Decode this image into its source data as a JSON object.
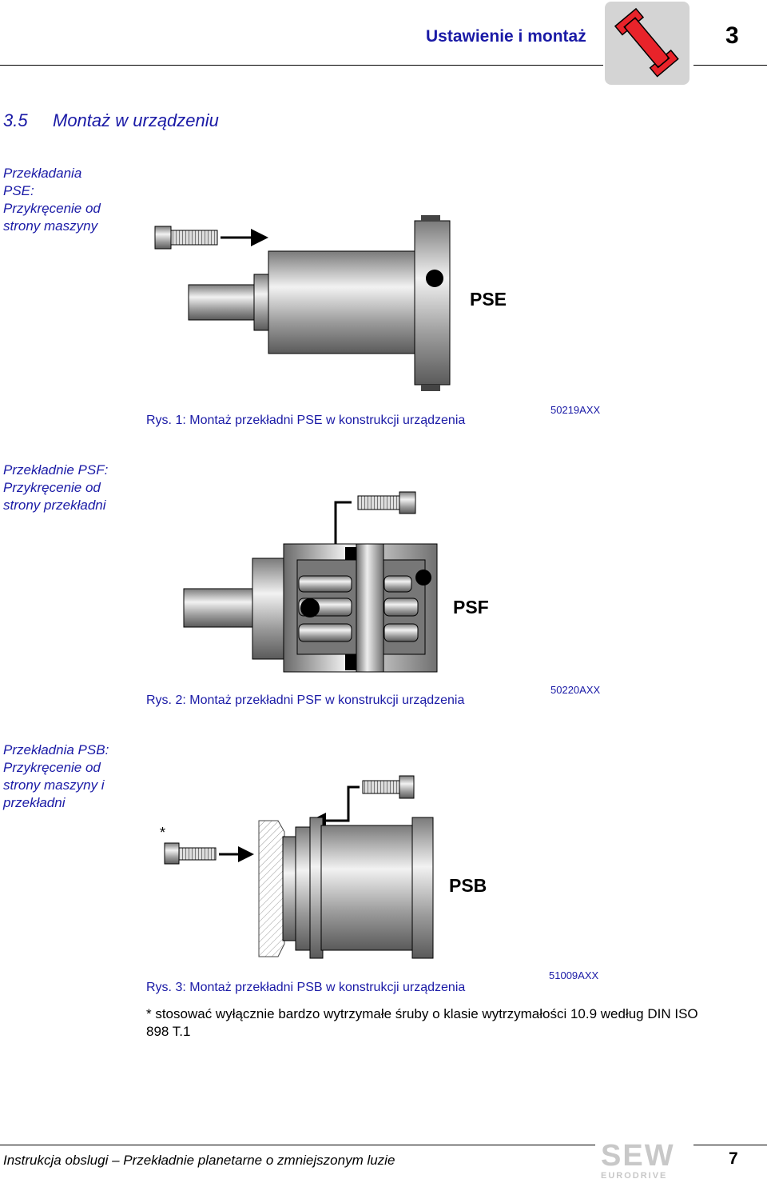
{
  "header": {
    "title": "Ustawienie i montaż",
    "chapter_number": "3",
    "icon": "wrench-icon",
    "icon_color": "#e8232a"
  },
  "section": {
    "number": "3.5",
    "title": "Montaż w urządzeniu"
  },
  "figures": [
    {
      "side_label": "Przekładania\nPSE:\nPrzykręcenie od\nstrony maszyny",
      "product_label": "PSE",
      "caption": "Rys. 1: Montaż przekładni PSE w konstrukcji urządzenia",
      "code": "50219AXX"
    },
    {
      "side_label": "Przekładnie PSF:\nPrzykręcenie od\nstrony przekładni",
      "product_label": "PSF",
      "caption": "Rys. 2: Montaż przekładni PSF w konstrukcji urządzenia",
      "code": "50220AXX"
    },
    {
      "side_label": "Przekładnia PSB:\nPrzykręcenie od\nstrony maszyny i\nprzekładni",
      "product_label": "PSB",
      "asterisk": "*",
      "caption": "Rys. 3:  Montaż przekładni PSB w konstrukcji urządzenia",
      "code": "51009AXX"
    }
  ],
  "note": "* stosować wyłącznie bardzo wytrzymałe śruby o klasie wytrzymałości 10.9 według DIN ISO 898 T.1",
  "footer": {
    "text": "Instrukcja obslugi – Przekładnie planetarne o zmniejszonym luzie",
    "logo_text": "SEW",
    "logo_subtext": "EURODRIVE",
    "page_number": "7"
  }
}
